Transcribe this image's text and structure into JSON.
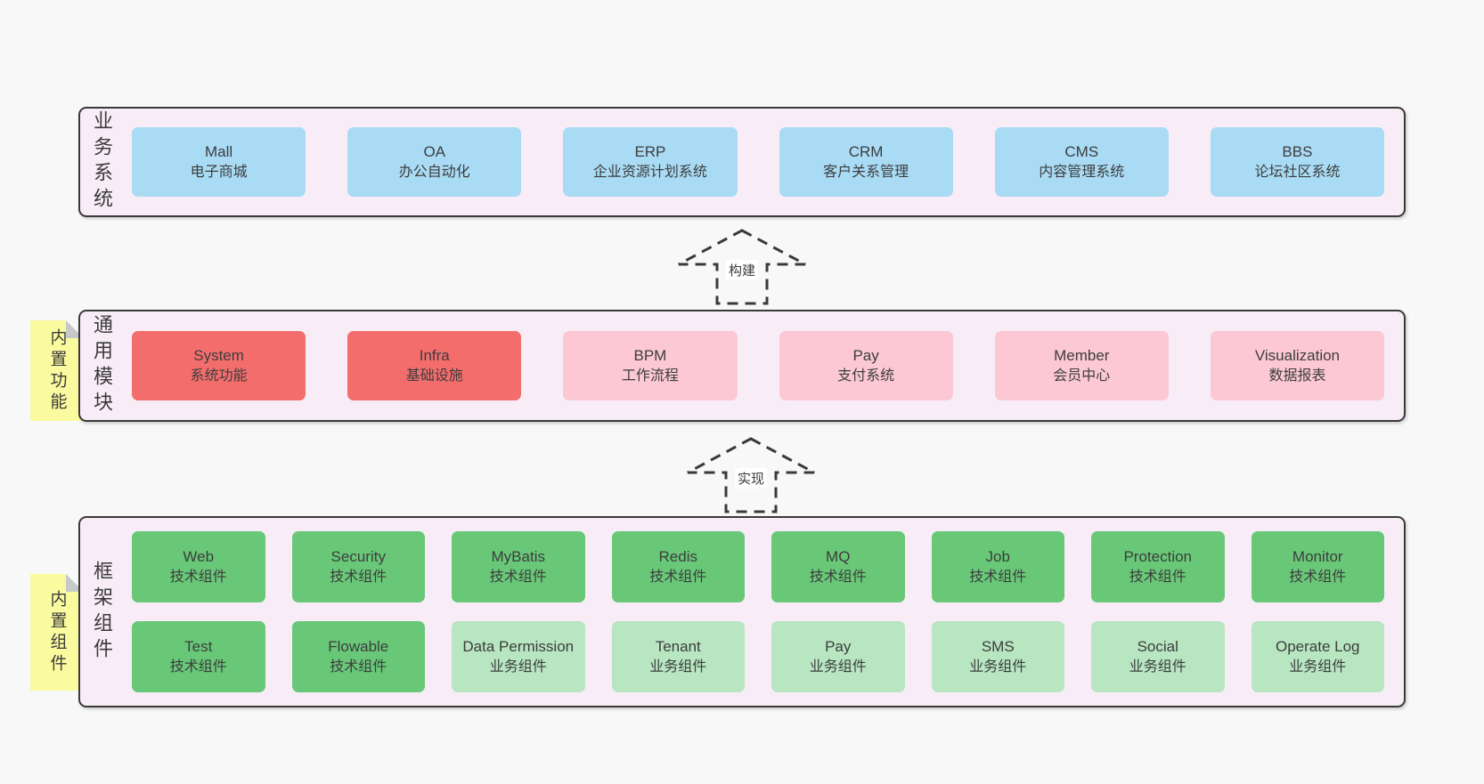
{
  "palette": {
    "page_background": "#f8f8f8",
    "band_background": "#f8edf7",
    "band_border": "#3a3a3a",
    "blue_box": "#a9dbf5",
    "red_box": "#f46d6d",
    "pink_box": "#fbc8d3",
    "green_box": "#68c878",
    "light_green_box": "#b7e6c1",
    "sticky_yellow": "#fafa9e",
    "sticky_fold_gray": "#c7c8ca",
    "text": "#3d3d3d"
  },
  "stickies": [
    {
      "label": "内置功能"
    },
    {
      "label": "内置组件"
    }
  ],
  "arrows": [
    {
      "label": "构建"
    },
    {
      "label": "实现"
    }
  ],
  "bands": [
    {
      "label": "业务系统",
      "boxes": [
        {
          "title": "Mall",
          "subtitle": "电子商城",
          "variant": "blue"
        },
        {
          "title": "OA",
          "subtitle": "办公自动化",
          "variant": "blue"
        },
        {
          "title": "ERP",
          "subtitle": "企业资源计划系统",
          "variant": "blue"
        },
        {
          "title": "CRM",
          "subtitle": "客户关系管理",
          "variant": "blue"
        },
        {
          "title": "CMS",
          "subtitle": "内容管理系统",
          "variant": "blue"
        },
        {
          "title": "BBS",
          "subtitle": "论坛社区系统",
          "variant": "blue"
        }
      ]
    },
    {
      "label": "通用模块",
      "boxes": [
        {
          "title": "System",
          "subtitle": "系统功能",
          "variant": "red"
        },
        {
          "title": "Infra",
          "subtitle": "基础设施",
          "variant": "red"
        },
        {
          "title": "BPM",
          "subtitle": "工作流程",
          "variant": "pink"
        },
        {
          "title": "Pay",
          "subtitle": "支付系统",
          "variant": "pink"
        },
        {
          "title": "Member",
          "subtitle": "会员中心",
          "variant": "pink"
        },
        {
          "title": "Visualization",
          "subtitle": "数据报表",
          "variant": "pink"
        }
      ]
    },
    {
      "label": "框架组件",
      "boxes": [
        {
          "title": "Web",
          "subtitle": "技术组件",
          "variant": "green"
        },
        {
          "title": "Security",
          "subtitle": "技术组件",
          "variant": "green"
        },
        {
          "title": "MyBatis",
          "subtitle": "技术组件",
          "variant": "green"
        },
        {
          "title": "Redis",
          "subtitle": "技术组件",
          "variant": "green"
        },
        {
          "title": "MQ",
          "subtitle": "技术组件",
          "variant": "green"
        },
        {
          "title": "Job",
          "subtitle": "技术组件",
          "variant": "green"
        },
        {
          "title": "Protection",
          "subtitle": "技术组件",
          "variant": "green"
        },
        {
          "title": "Monitor",
          "subtitle": "技术组件",
          "variant": "green"
        },
        {
          "title": "Test",
          "subtitle": "技术组件",
          "variant": "green"
        },
        {
          "title": "Flowable",
          "subtitle": "技术组件",
          "variant": "green"
        },
        {
          "title": "Data Permission",
          "subtitle": "业务组件",
          "variant": "lightgreen"
        },
        {
          "title": "Tenant",
          "subtitle": "业务组件",
          "variant": "lightgreen"
        },
        {
          "title": "Pay",
          "subtitle": "业务组件",
          "variant": "lightgreen"
        },
        {
          "title": "SMS",
          "subtitle": "业务组件",
          "variant": "lightgreen"
        },
        {
          "title": "Social",
          "subtitle": "业务组件",
          "variant": "lightgreen"
        },
        {
          "title": "Operate Log",
          "subtitle": "业务组件",
          "variant": "lightgreen"
        }
      ]
    }
  ]
}
